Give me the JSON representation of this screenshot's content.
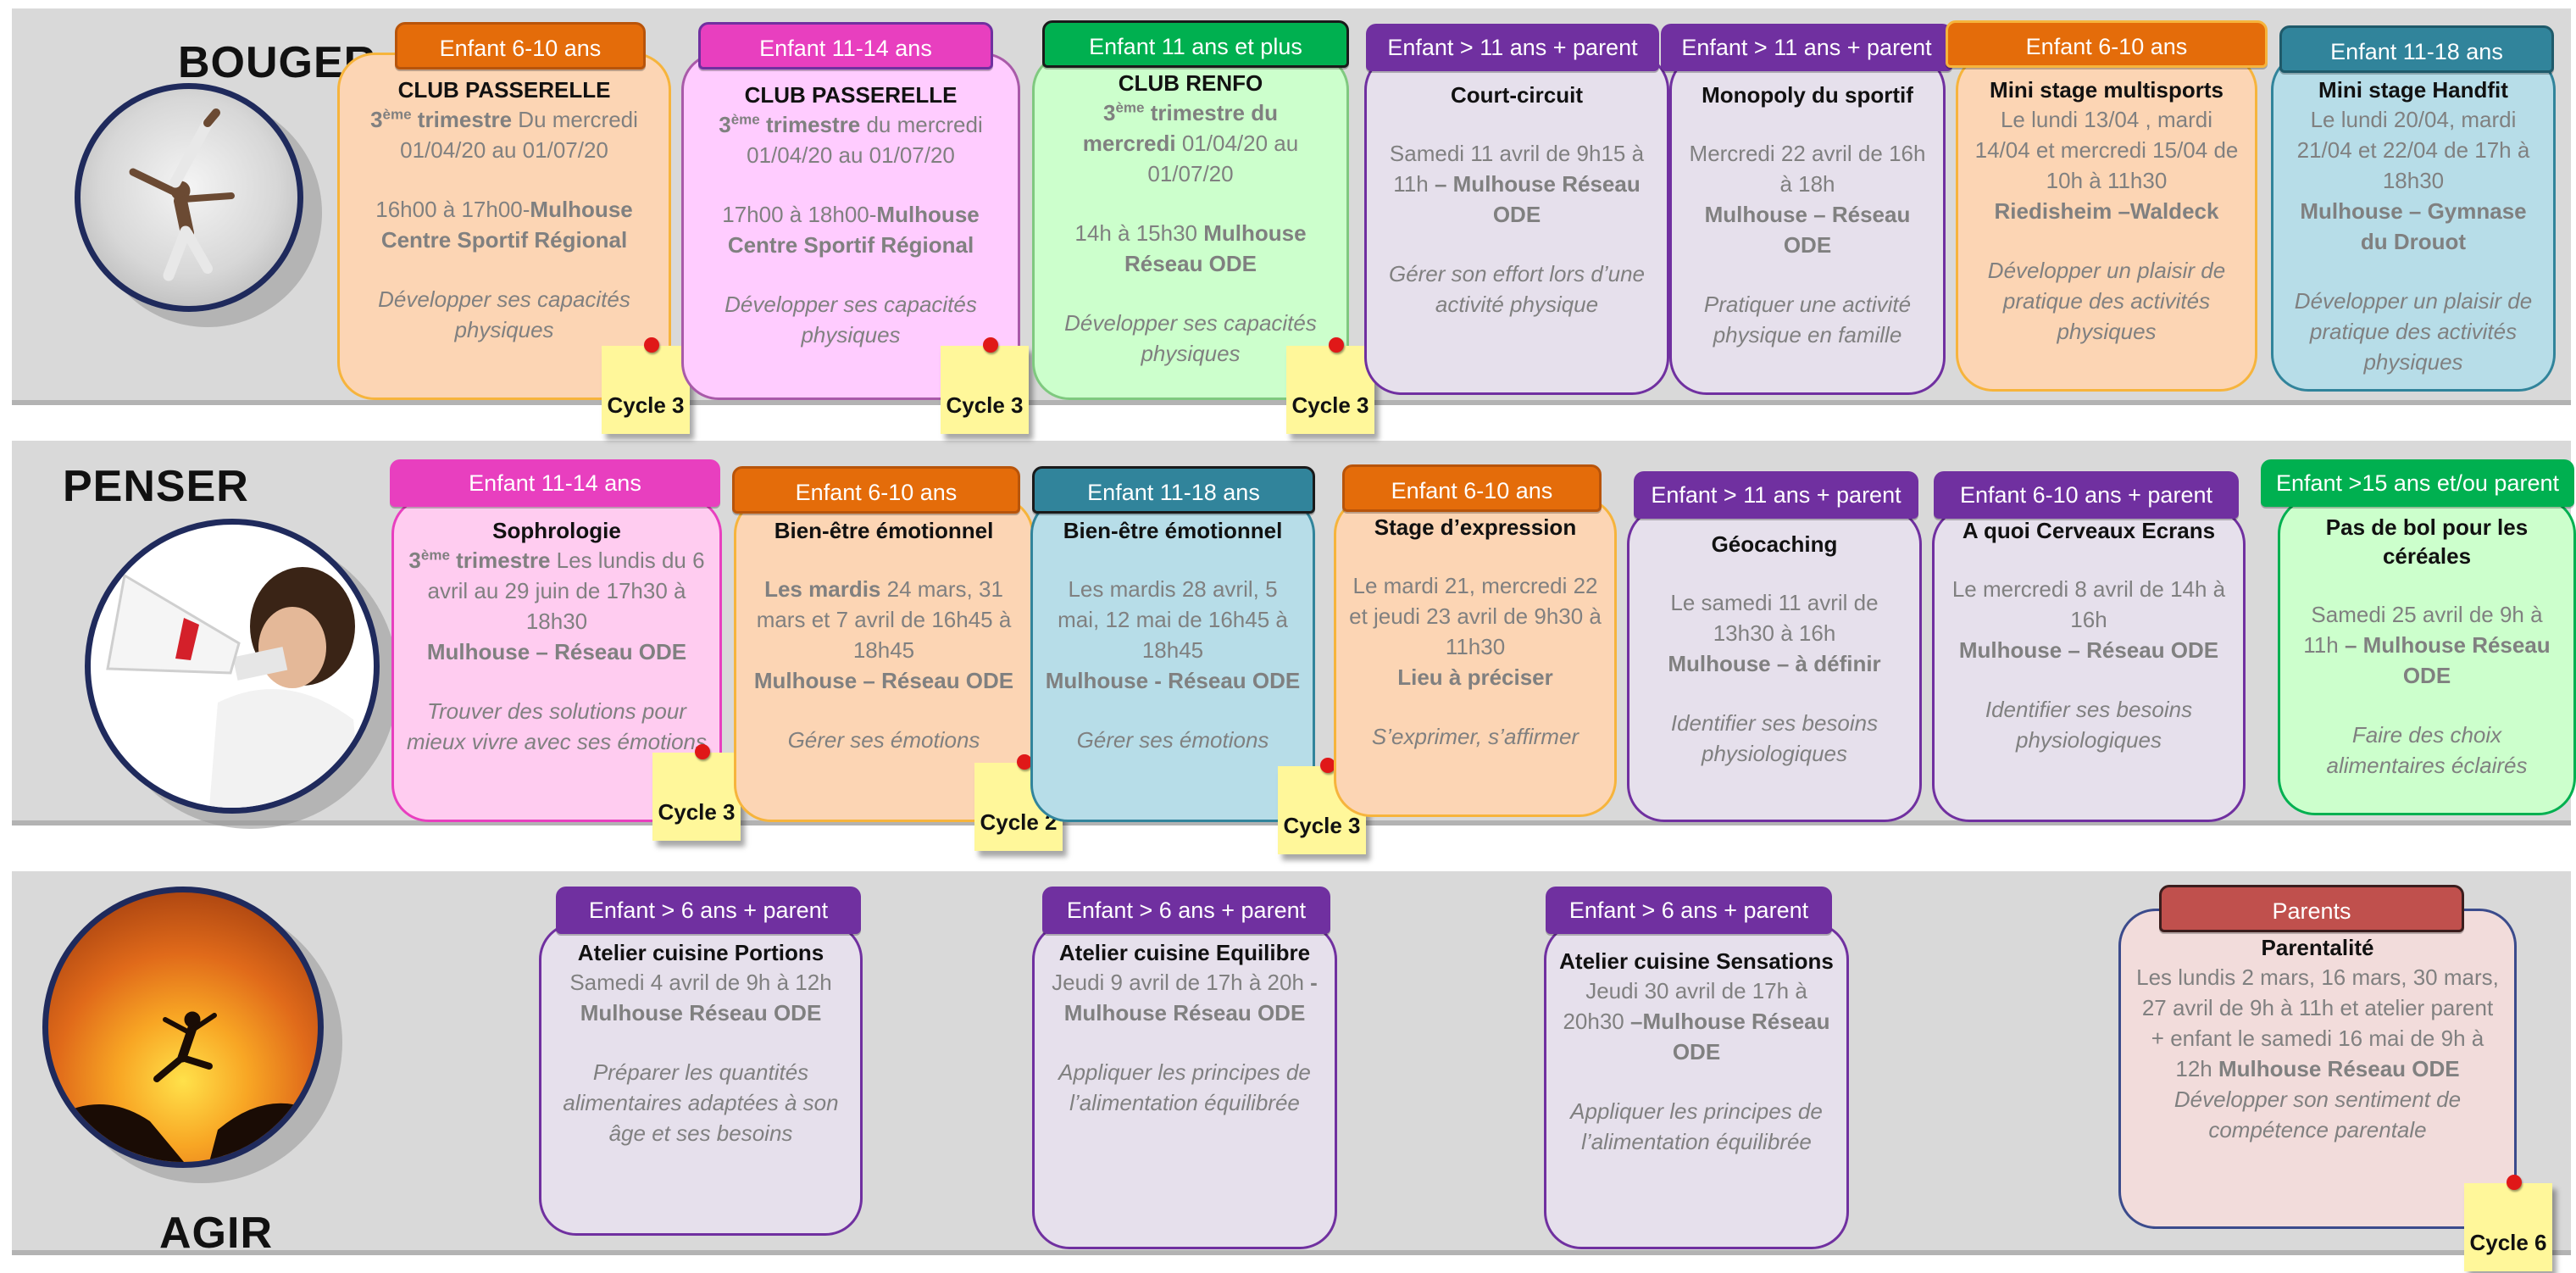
{
  "sections": {
    "bouger": "BOUGER",
    "penser": "PENSER",
    "agir": "AGIR"
  },
  "photos": {
    "bouger": "dancer-photo",
    "penser": "megaphone-photo",
    "agir": "sunset-jumper-photo"
  },
  "colors": {
    "orange": "#e46c0a",
    "magenta": "#e83fbf",
    "green": "#00b050",
    "purple": "#7030a0",
    "teal": "#31849b",
    "red": "#c0504d"
  },
  "bouger": [
    {
      "tab": "Enfant 6-10 ans",
      "title": "CLUB PASSERELLE",
      "sup": "ème",
      "trim_a": "3",
      "trim_b": " trimestre",
      "trim_c": " Du mercredi 01/04/20 au 01/07/20",
      "time": "16h00 à 17h00-",
      "place": "Mulhouse Centre Sportif Régional",
      "desc": "Développer ses capacités physiques",
      "cycle": "Cycle 3"
    },
    {
      "tab": "Enfant 11-14 ans",
      "title": "CLUB PASSERELLE",
      "sup": "ème",
      "trim_a": "3",
      "trim_b": " trimestre",
      "trim_c": " du mercredi 01/04/20 au 01/07/20",
      "time": "17h00 à 18h00-",
      "place": "Mulhouse Centre Sportif Régional",
      "desc": "Développer ses capacités physiques",
      "cycle": "Cycle 3"
    },
    {
      "tab": "Enfant 11 ans et plus",
      "title": "CLUB RENFO",
      "sup": "ème",
      "trim_a": "3",
      "trim_b": " trimestre du",
      "trim_c": "mercredi",
      "trim_d": " 01/04/20 au 01/07/20",
      "time": "14h à 15h30 ",
      "place": "Mulhouse Réseau ODE",
      "desc": "Développer ses capacités physiques",
      "cycle": "Cycle 3"
    },
    {
      "tab": "Enfant > 11 ans + parent",
      "title": "Court-circuit",
      "date": "Samedi 11 avril de 9h15 à 11h ",
      "place": "– Mulhouse Réseau ODE",
      "desc": "Gérer son effort lors d’une activité physique"
    },
    {
      "tab": "Enfant > 11 ans + parent",
      "title": "Monopoly du sportif",
      "date": "Mercredi 22 avril de 16h à 18h",
      "place": "Mulhouse – Réseau ODE",
      "desc": "Pratiquer une activité physique en famille"
    },
    {
      "tab": "Enfant 6-10 ans",
      "title": "Mini stage multisports",
      "date": "Le lundi 13/04 , mardi 14/04 et mercredi 15/04 de 10h à 11h30",
      "place": "Riedisheim –Waldeck",
      "desc": "Développer un plaisir de pratique des activités physiques"
    },
    {
      "tab": "Enfant 11-18 ans",
      "title": "Mini stage Handfit",
      "date": "Le lundi 20/04, mardi 21/04 et  22/04 de 17h à 18h30",
      "place": "Mulhouse – Gymnase du Drouot",
      "desc": "Développer un plaisir de pratique des activités physiques"
    }
  ],
  "penser": [
    {
      "tab": "Enfant 11-14 ans",
      "title": "Sophrologie",
      "sup": "ème",
      "trim_a": "3",
      "trim_b": " trimestre",
      "date": "  Les lundis du 6 avril au 29 juin  de 17h30  à 18h30",
      "place": "Mulhouse – Réseau ODE",
      "desc": "Trouver des solutions pour mieux vivre avec ses émotions",
      "cycle": "Cycle 3"
    },
    {
      "tab": "Enfant 6-10 ans",
      "title": "Bien-être émotionnel",
      "date_b": "Les mardis",
      "date": " 24 mars, 31 mars et 7 avril de 16h45 à 18h45",
      "place": "Mulhouse – Réseau ODE",
      "desc": "Gérer ses émotions",
      "cycle": "Cycle 2"
    },
    {
      "tab": "Enfant 11-18 ans",
      "title": "Bien-être émotionnel",
      "date": "Les mardis 28 avril, 5 mai, 12 mai de  16h45 à 18h45",
      "place": "Mulhouse - Réseau ODE",
      "desc": "Gérer ses émotions",
      "cycle": "Cycle 3"
    },
    {
      "tab": "Enfant 6-10  ans",
      "title": "Stage d’expression",
      "date": "Le mardi 21, mercredi 22 et jeudi 23 avril de 9h30 à 11h30",
      "place": "Lieu à préciser",
      "desc": "S’exprimer, s’affirmer"
    },
    {
      "tab": "Enfant > 11 ans + parent",
      "title": "Géocaching",
      "date": "Le samedi 11 avril de 13h30 à 16h",
      "place": "Mulhouse – à définir",
      "desc": "Identifier ses besoins physiologiques"
    },
    {
      "tab": "Enfant 6-10 ans + parent",
      "title": "A quoi Cerveaux Ecrans",
      "date": "Le mercredi 8 avril de 14h à 16h",
      "place": "Mulhouse – Réseau ODE",
      "desc": "Identifier ses besoins physiologiques"
    },
    {
      "tab": "Enfant >15 ans et/ou parent",
      "title": "Pas de bol pour les céréales",
      "date": "Samedi 25 avril de 9h à 11h",
      "place": " – Mulhouse Réseau ODE",
      "desc": "Faire des choix alimentaires éclairés"
    }
  ],
  "agir": [
    {
      "tab": "Enfant  > 6 ans + parent",
      "title": "Atelier cuisine Portions",
      "date": "Samedi 4 avril de 9h à 12h",
      "place": "Mulhouse Réseau ODE",
      "desc": "Préparer les quantités alimentaires adaptées à son âge et ses besoins"
    },
    {
      "tab": "Enfant  > 6 ans + parent",
      "title": "Atelier cuisine Equilibre",
      "date": "Jeudi 9 avril de 17h à 20h ",
      "place": "- Mulhouse Réseau ODE",
      "desc": "Appliquer les principes de l’alimentation équilibrée"
    },
    {
      "tab": "Enfant  > 6 ans + parent",
      "title": "Atelier cuisine Sensations",
      "date": "Jeudi 30 avril de 17h à 20h30 ",
      "place": "–Mulhouse Réseau ODE",
      "desc": "Appliquer les principes de l’alimentation équilibrée"
    },
    {
      "tab": "Parents",
      "title": "Parentalité",
      "date": "Les lundis 2 mars,  16 mars,  30 mars, 27 avril de 9h à 11h et atelier parent + enfant le samedi 16 mai de 9h à 12h ",
      "place": "Mulhouse Réseau ODE",
      "desc": "Développer son sentiment de compétence parentale",
      "cycle": "Cycle 6"
    }
  ]
}
